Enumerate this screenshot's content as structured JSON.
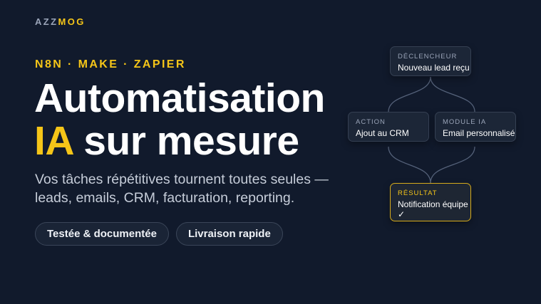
{
  "brand": {
    "part1": "AZZ",
    "part2": "MOG"
  },
  "eyebrow": "N8N · MAKE · ZAPIER",
  "headline": {
    "line1": "Automatisation",
    "accent": "IA",
    "rest": " sur mesure"
  },
  "subtitle": "Vos tâches répétitives tournent toutes seules — leads, emails, CRM, facturation, reporting.",
  "chips": [
    "Testée & documentée",
    "Livraison rapide"
  ],
  "flow": {
    "trigger": {
      "kicker": "DÉCLENCHEUR",
      "value": "Nouveau lead reçu"
    },
    "action": {
      "kicker": "ACTION",
      "value": "Ajout au CRM"
    },
    "module": {
      "kicker": "MODULE IA",
      "value": "Email personnalisé"
    },
    "result": {
      "kicker": "RÉSULTAT",
      "value": "Notification équipe",
      "check": "✓"
    }
  },
  "colors": {
    "background": "#111a2c",
    "accent": "#f5c518",
    "node": "#1c2637",
    "connector": "#55627a"
  }
}
